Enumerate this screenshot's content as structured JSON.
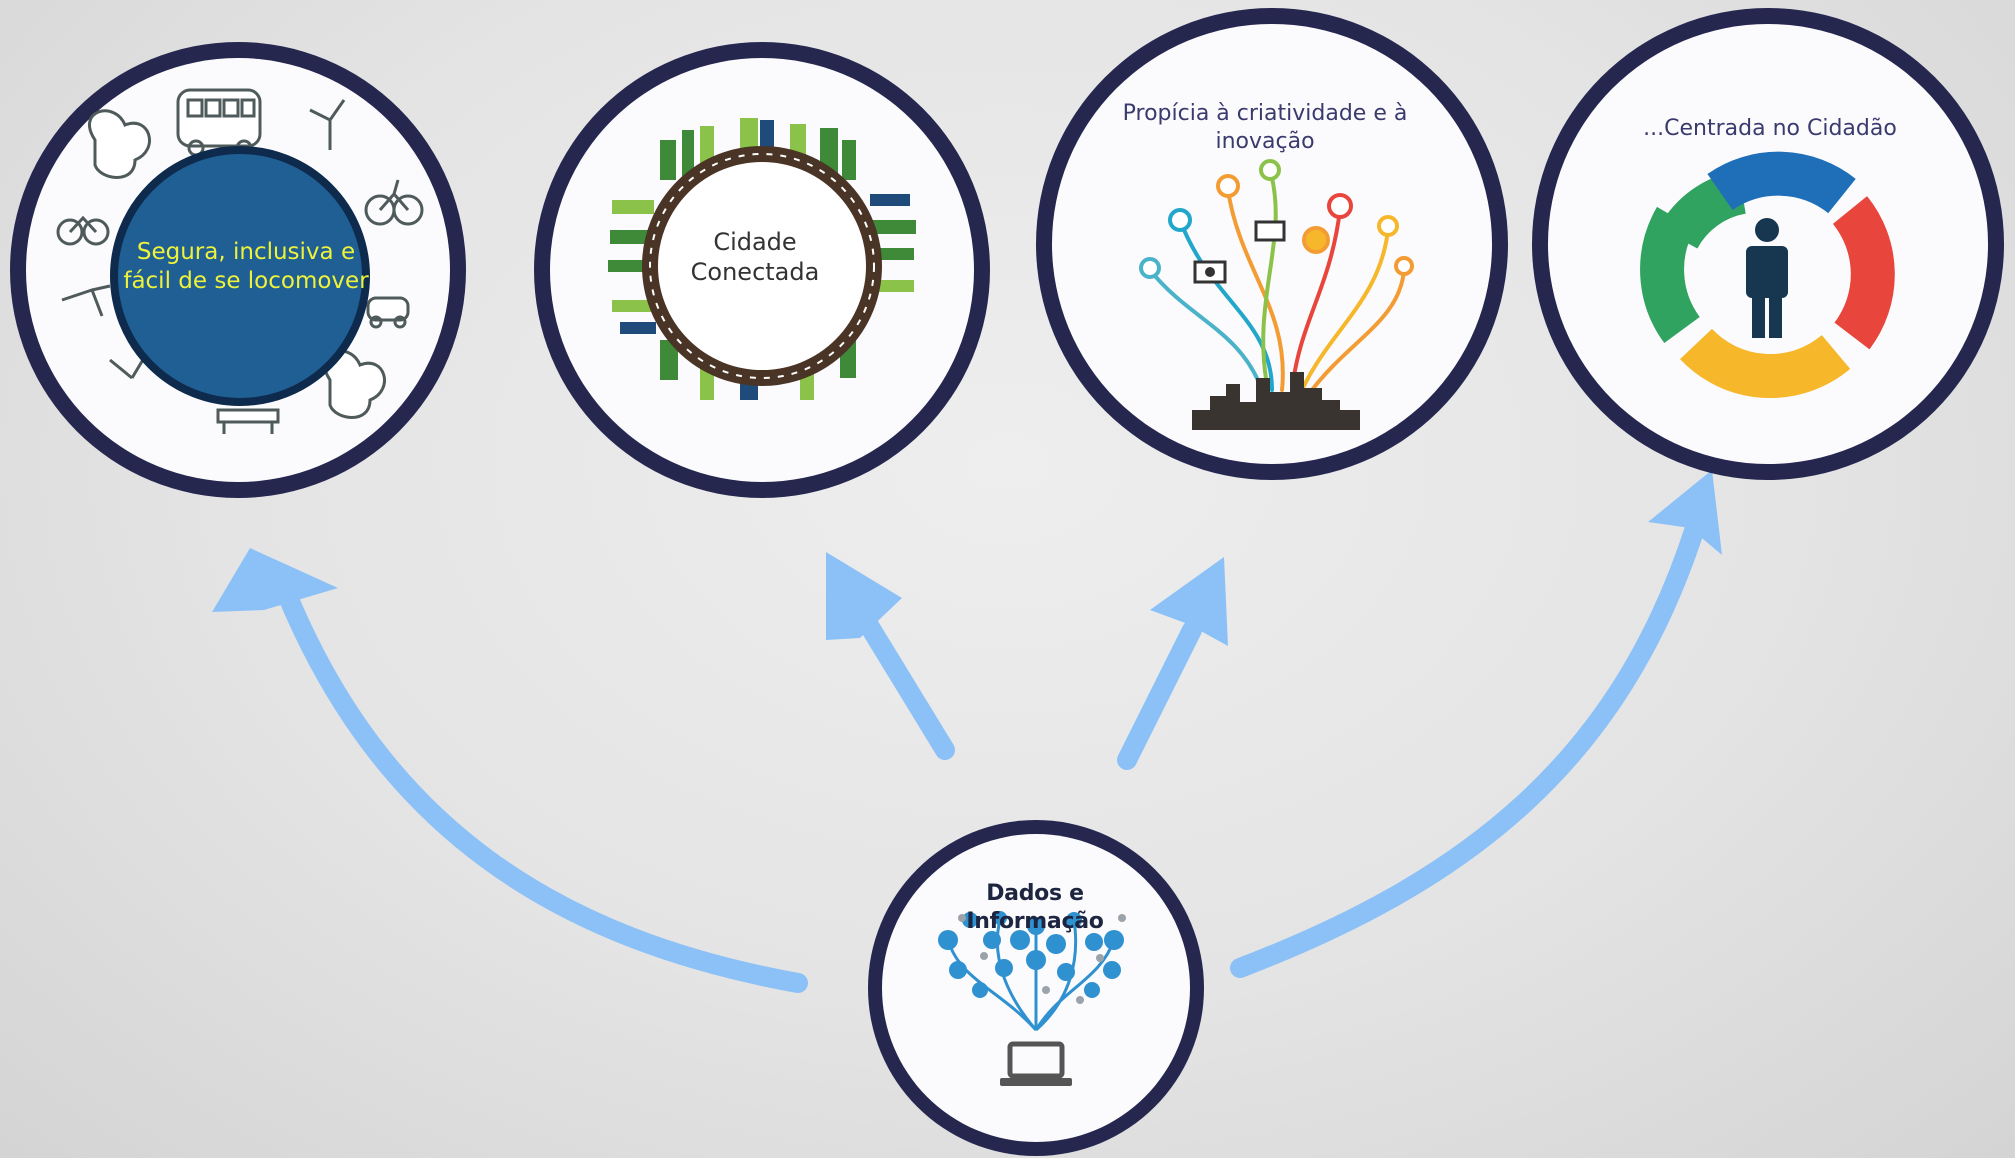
{
  "nodes": {
    "safe_mobility": {
      "label": "Segura, inclusiva e fácil de se locomover",
      "icon": "mobility-globe-icon"
    },
    "connected_city": {
      "label": "Cidade Conectada",
      "icon": "green-city-ring-icon"
    },
    "creativity": {
      "label": "Propícia à criatividade e à inovação",
      "icon": "innovation-network-icon"
    },
    "citizen": {
      "label": "...Centrada no Cidadão",
      "icon": "citizen-cycle-icon"
    },
    "data": {
      "label": "Dados e Informação",
      "icon": "data-tree-laptop-icon"
    }
  },
  "colors": {
    "arrow": "#8cc1f7",
    "ring": "#1e1f4a",
    "globe": "#1f5f94",
    "label_yellow": "#eef23a",
    "cycle_blue": "#1f6fb8",
    "cycle_red": "#e8463c",
    "cycle_yellow": "#f6b72b",
    "cycle_green": "#2fa35f"
  }
}
